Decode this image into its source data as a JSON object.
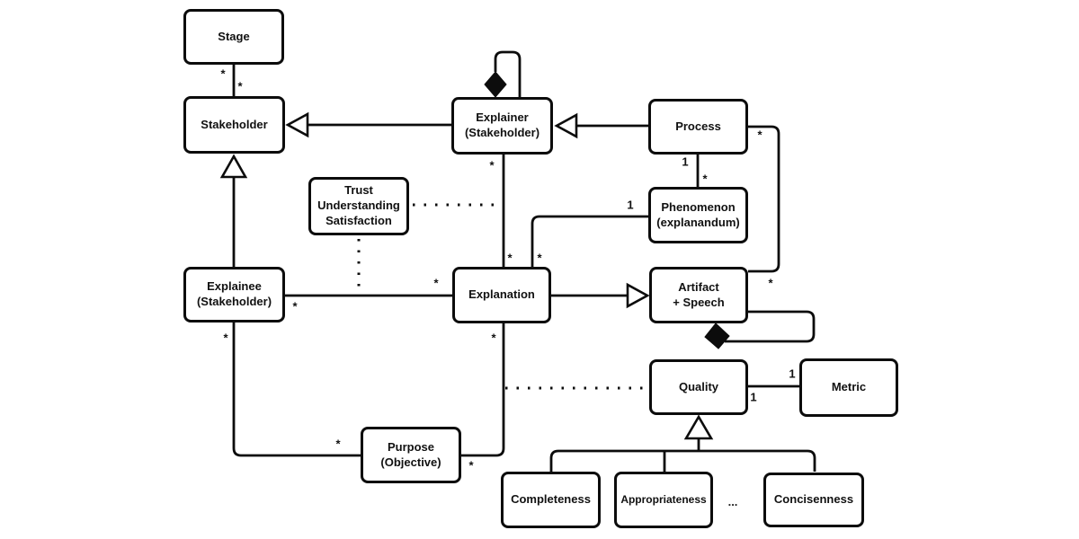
{
  "diagram": {
    "title": "Explainability concepts UML class diagram",
    "colors": {
      "line": "#0c0c0c",
      "box_fill": "#ffffff",
      "background": "#ffffff",
      "text": "#111111"
    },
    "nodes": {
      "stage": {
        "label": "Stage"
      },
      "stakeholder": {
        "label": "Stakeholder"
      },
      "explainer": {
        "label": "Explainer\n(Stakeholder)"
      },
      "process": {
        "label": "Process"
      },
      "trust": {
        "label": "Trust\nUnderstanding\nSatisfaction"
      },
      "phenomenon": {
        "label": "Phenomenon\n(explanandum)"
      },
      "explainee": {
        "label": "Explainee\n(Stakeholder)"
      },
      "explanation": {
        "label": "Explanation"
      },
      "artifact": {
        "label": "Artifact\n+ Speech"
      },
      "quality": {
        "label": "Quality"
      },
      "metric": {
        "label": "Metric"
      },
      "purpose": {
        "label": "Purpose\n(Objective)"
      },
      "completeness": {
        "label": "Completeness"
      },
      "appropriateness": {
        "label": "Appropriateness"
      },
      "ellipsis": {
        "label": "..."
      },
      "concisenness": {
        "label": "Concisenness"
      }
    },
    "multiplicities": {
      "stage_assoc_stage_end": {
        "text": "*"
      },
      "stage_assoc_stakeholder_end": {
        "text": "*"
      },
      "explainer_explanation_explainer_end": {
        "text": "*"
      },
      "explainer_explanation_explanation_end": {
        "text": "*"
      },
      "phenomenon_explanation_explanation_end": {
        "text": "*"
      },
      "phenomenon_explanation_phenomenon_end": {
        "text": "1"
      },
      "process_phenomenon_process_end": {
        "text": "1"
      },
      "process_phenomenon_phenomenon_end": {
        "text": "*"
      },
      "process_artifact_process_end": {
        "text": "*"
      },
      "process_artifact_artifact_end": {
        "text": "*"
      },
      "explainee_explanation_explainee_end": {
        "text": "*"
      },
      "explainee_explanation_explanation_end": {
        "text": "*"
      },
      "explanation_purpose_explanation_end": {
        "text": "*"
      },
      "explanation_purpose_purpose_end": {
        "text": "*"
      },
      "explainee_purpose_explainee_end": {
        "text": "*"
      },
      "explainee_purpose_purpose_end": {
        "text": "*"
      },
      "quality_metric_metric_end": {
        "text": "1"
      },
      "quality_metric_quality_end": {
        "text": "1"
      }
    },
    "edges": [
      {
        "from": "Stage",
        "to": "Stakeholder",
        "type": "association",
        "labels": [
          "*",
          "*"
        ]
      },
      {
        "from": "Explainer (Stakeholder)",
        "to": "Stakeholder",
        "type": "generalization"
      },
      {
        "from": "Explainer (Stakeholder)",
        "to": "Explainer (Stakeholder)",
        "type": "composition-self-loop"
      },
      {
        "from": "Process",
        "to": "Explainer (Stakeholder)",
        "type": "generalization"
      },
      {
        "from": "Process",
        "to": "Phenomenon (explanandum)",
        "type": "association",
        "labels": [
          "1",
          "*"
        ]
      },
      {
        "from": "Process",
        "to": "Artifact + Speech",
        "type": "association",
        "labels": [
          "*",
          "*"
        ]
      },
      {
        "from": "Phenomenon (explanandum)",
        "to": "Explanation",
        "type": "association",
        "labels": [
          "1",
          "*"
        ]
      },
      {
        "from": "Explainer (Stakeholder)",
        "to": "Explanation",
        "type": "association",
        "labels": [
          "*",
          "*"
        ]
      },
      {
        "from": "Trust Understanding Satisfaction",
        "to": "Explainer-Explanation association",
        "type": "dotted-attachment"
      },
      {
        "from": "Trust Understanding Satisfaction",
        "to": "Explainee-Explanation association",
        "type": "dotted-attachment"
      },
      {
        "from": "Explainee (Stakeholder)",
        "to": "Stakeholder",
        "type": "generalization"
      },
      {
        "from": "Explainee (Stakeholder)",
        "to": "Explanation",
        "type": "association",
        "labels": [
          "*",
          "*"
        ]
      },
      {
        "from": "Explanation",
        "to": "Artifact + Speech",
        "type": "generalization"
      },
      {
        "from": "Artifact + Speech",
        "to": "Artifact + Speech",
        "type": "composition-self-loop"
      },
      {
        "from": "Quality",
        "to": "Metric",
        "type": "association",
        "labels": [
          "1",
          "1"
        ]
      },
      {
        "from": "Quality",
        "to": "Explanation-Purpose association",
        "type": "dotted-attachment"
      },
      {
        "from": "Explanation",
        "to": "Purpose (Objective)",
        "type": "association",
        "labels": [
          "*",
          "*"
        ]
      },
      {
        "from": "Explainee (Stakeholder)",
        "to": "Purpose (Objective)",
        "type": "association",
        "labels": [
          "*",
          "*"
        ]
      },
      {
        "from": "Completeness",
        "to": "Quality",
        "type": "generalization"
      },
      {
        "from": "Appropriateness",
        "to": "Quality",
        "type": "generalization"
      },
      {
        "from": "Concisenness",
        "to": "Quality",
        "type": "generalization"
      }
    ]
  }
}
